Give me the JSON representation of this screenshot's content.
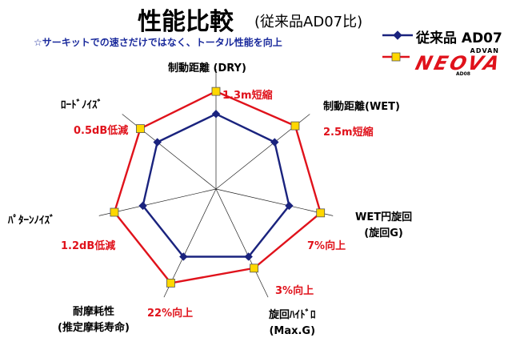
{
  "header": {
    "title_main": "性能比較",
    "title_sub": "(従来品AD07比)",
    "subtitle": "☆サーキットでの速さだけではなく、トータル性能を向上"
  },
  "logo": {
    "top_text": "ADVAN",
    "main_text": "NEOVA",
    "bottom_text": "AD08"
  },
  "chart_data": {
    "type": "radar",
    "axes": [
      {
        "label_lines": [
          "制動距離 (DRY)"
        ],
        "improvement": "1.3m短縮"
      },
      {
        "label_lines": [
          "制動距離(WET)"
        ],
        "improvement": "2.5m短縮"
      },
      {
        "label_lines": [
          "WET円旋回",
          "(旋回G)"
        ],
        "improvement": "7%向上"
      },
      {
        "label_lines": [
          "旋回ﾊｲﾄﾞﾛ",
          "(Max.G)"
        ],
        "improvement": "3%向上"
      },
      {
        "label_lines": [
          "耐摩耗性",
          "(推定摩耗寿命)"
        ],
        "improvement": "22%向上"
      },
      {
        "label_lines": [
          "ﾊﾟﾀｰﾝﾉｲｽﾞ"
        ],
        "improvement": "1.2dB低減"
      },
      {
        "label_lines": [
          "ﾛｰﾄﾞﾉｲｽﾞ"
        ],
        "improvement": "0.5dB低減"
      }
    ],
    "series": [
      {
        "name": "従来品 AD07",
        "color": "#1a237e",
        "marker": "diamond",
        "values": [
          100,
          100,
          100,
          100,
          100,
          100,
          100
        ]
      },
      {
        "name": "NEOVA AD08",
        "color": "#e0121b",
        "marker": "square",
        "marker_fill": "#ffd700",
        "values": [
          130,
          135,
          143,
          117,
          139,
          139,
          129
        ]
      }
    ],
    "r_range": [
      0,
      160
    ],
    "grid": true,
    "legend_position": "top-right"
  }
}
